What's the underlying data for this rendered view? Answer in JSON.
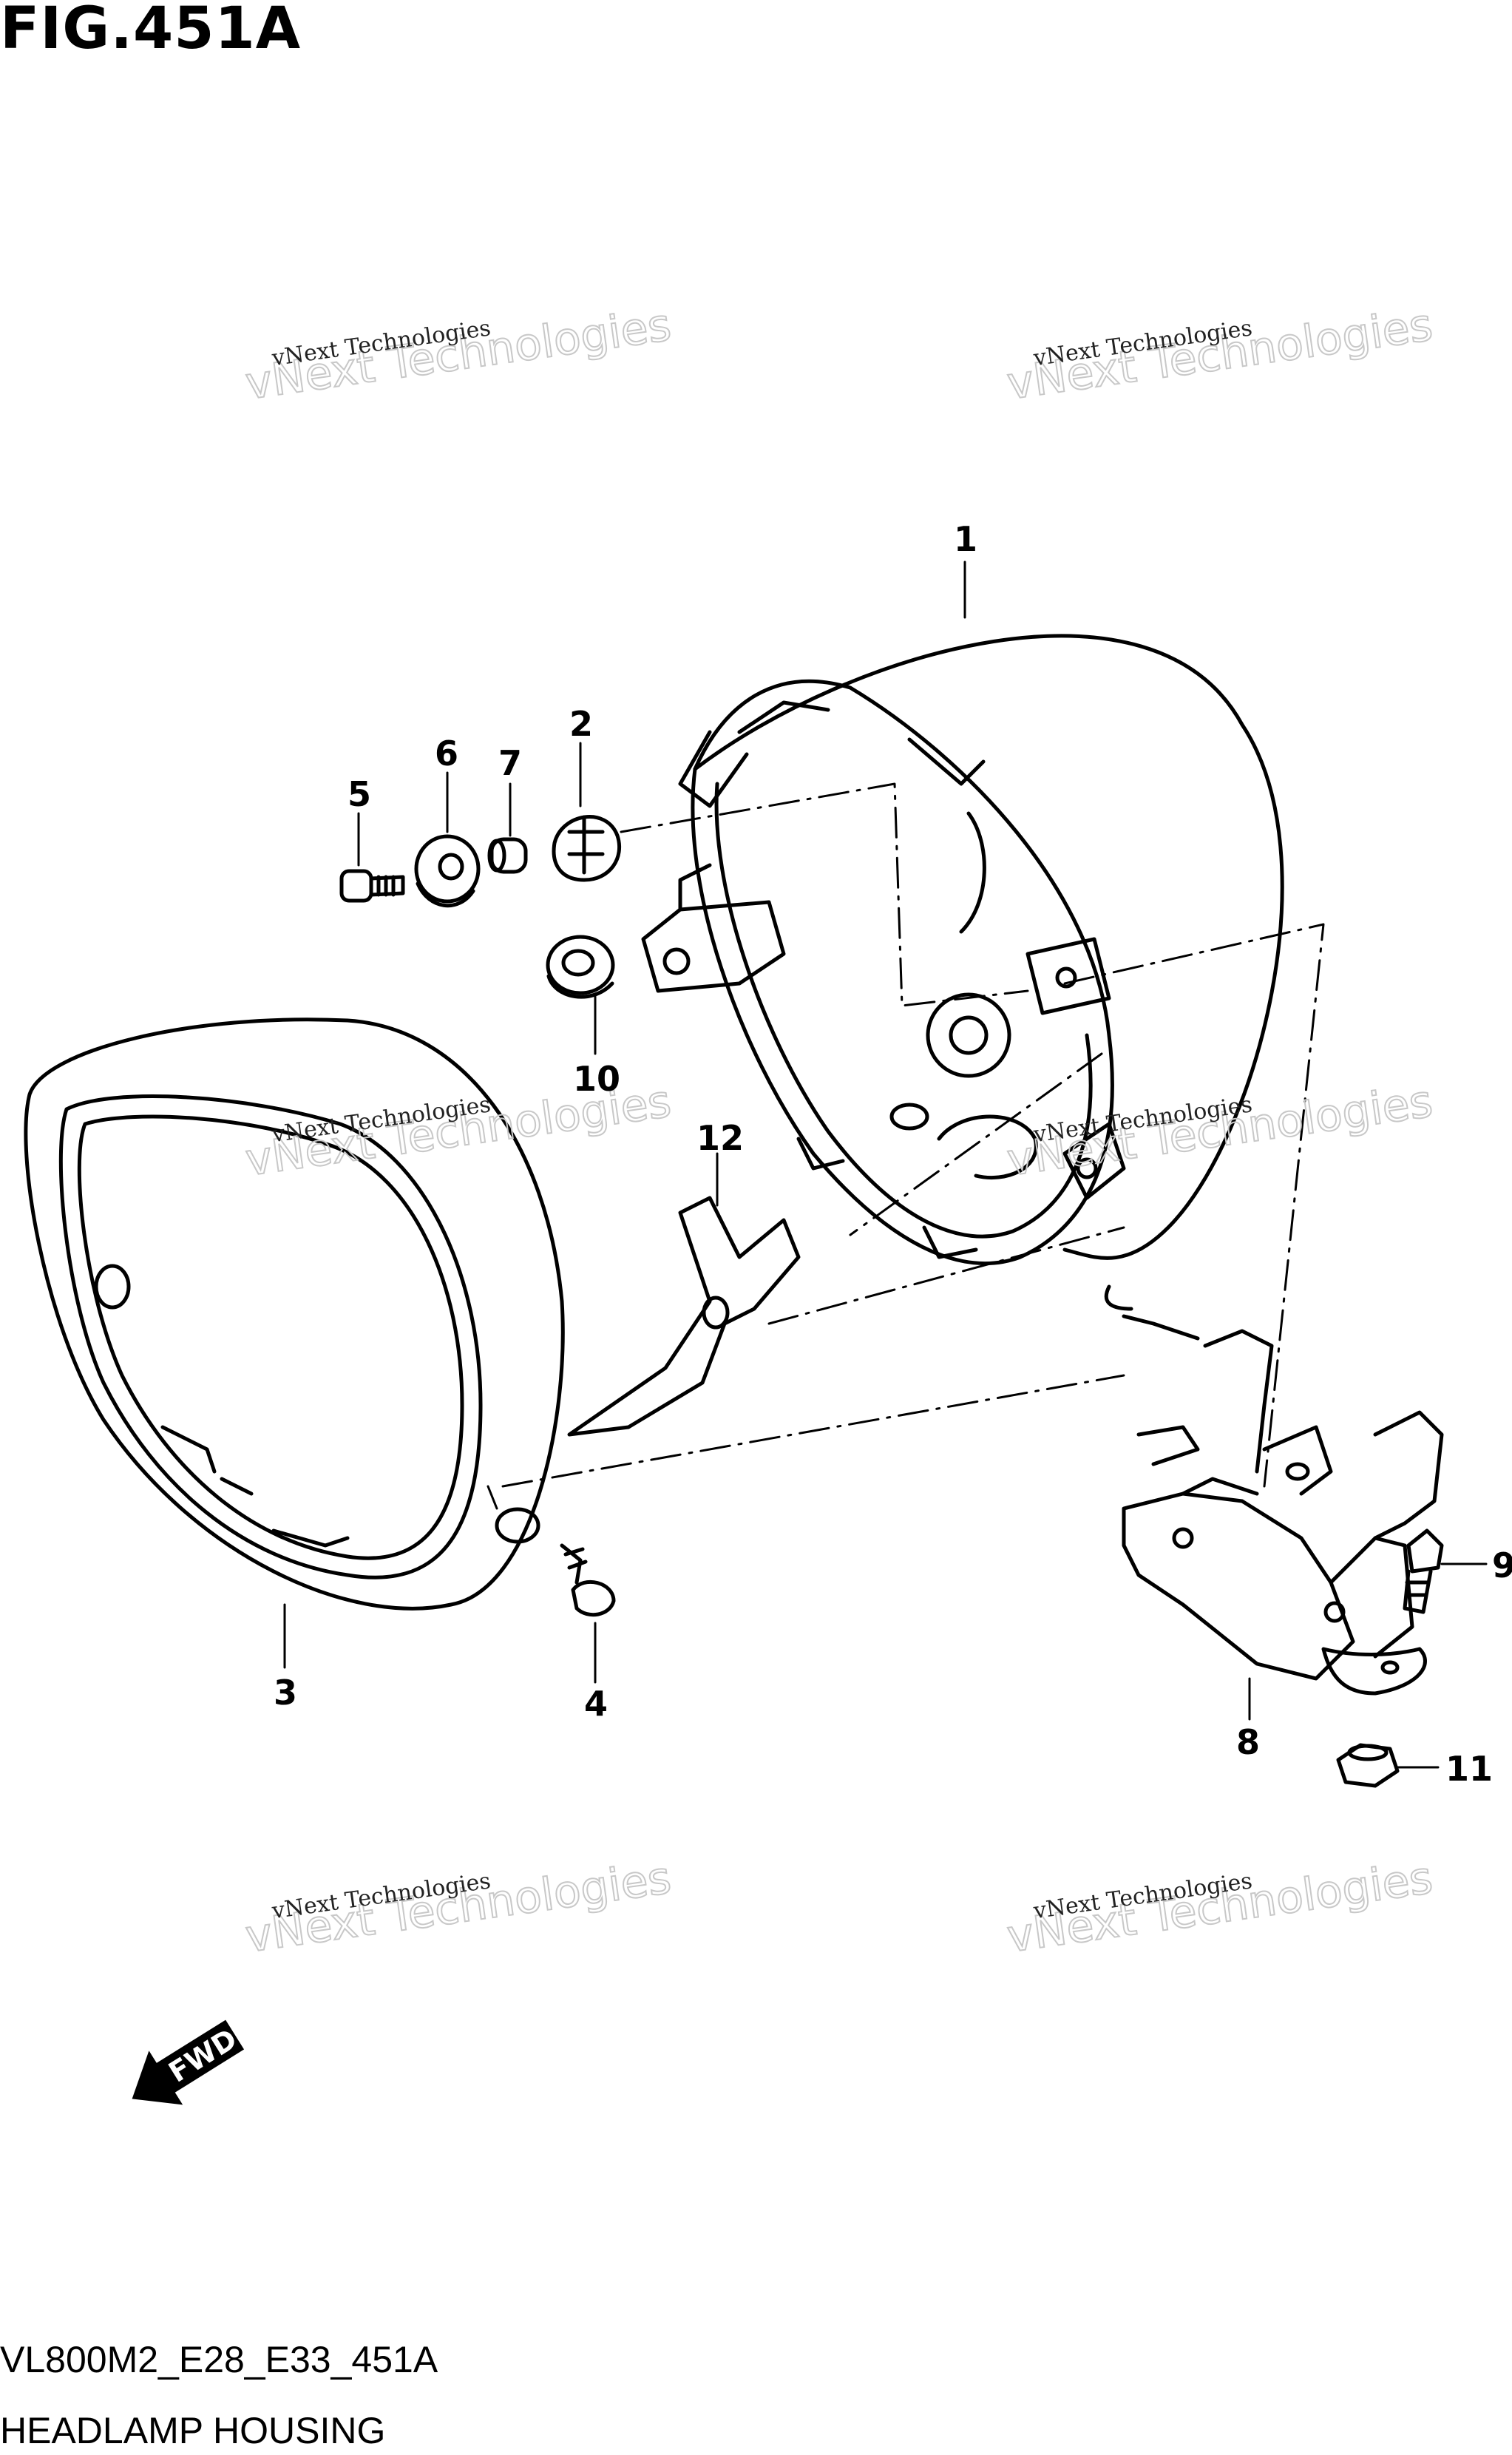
{
  "figure": {
    "title": "FIG.451A",
    "code": "VL800M2_E28_E33_451A",
    "name": "HEADLAMP HOUSING"
  },
  "watermark": {
    "line1": "vNext Technologies",
    "line2": "vNext Technologies"
  },
  "direction_label": "FWD",
  "callouts": {
    "c1": "1",
    "c2": "2",
    "c3": "3",
    "c4": "4",
    "c5": "5",
    "c6": "6",
    "c7": "7",
    "c8": "8",
    "c9": "9",
    "c10": "10",
    "c11": "11",
    "c12": "12"
  },
  "colors": {
    "ink": "#000000",
    "watermark": "#c8c8c8",
    "background": "#ffffff"
  }
}
